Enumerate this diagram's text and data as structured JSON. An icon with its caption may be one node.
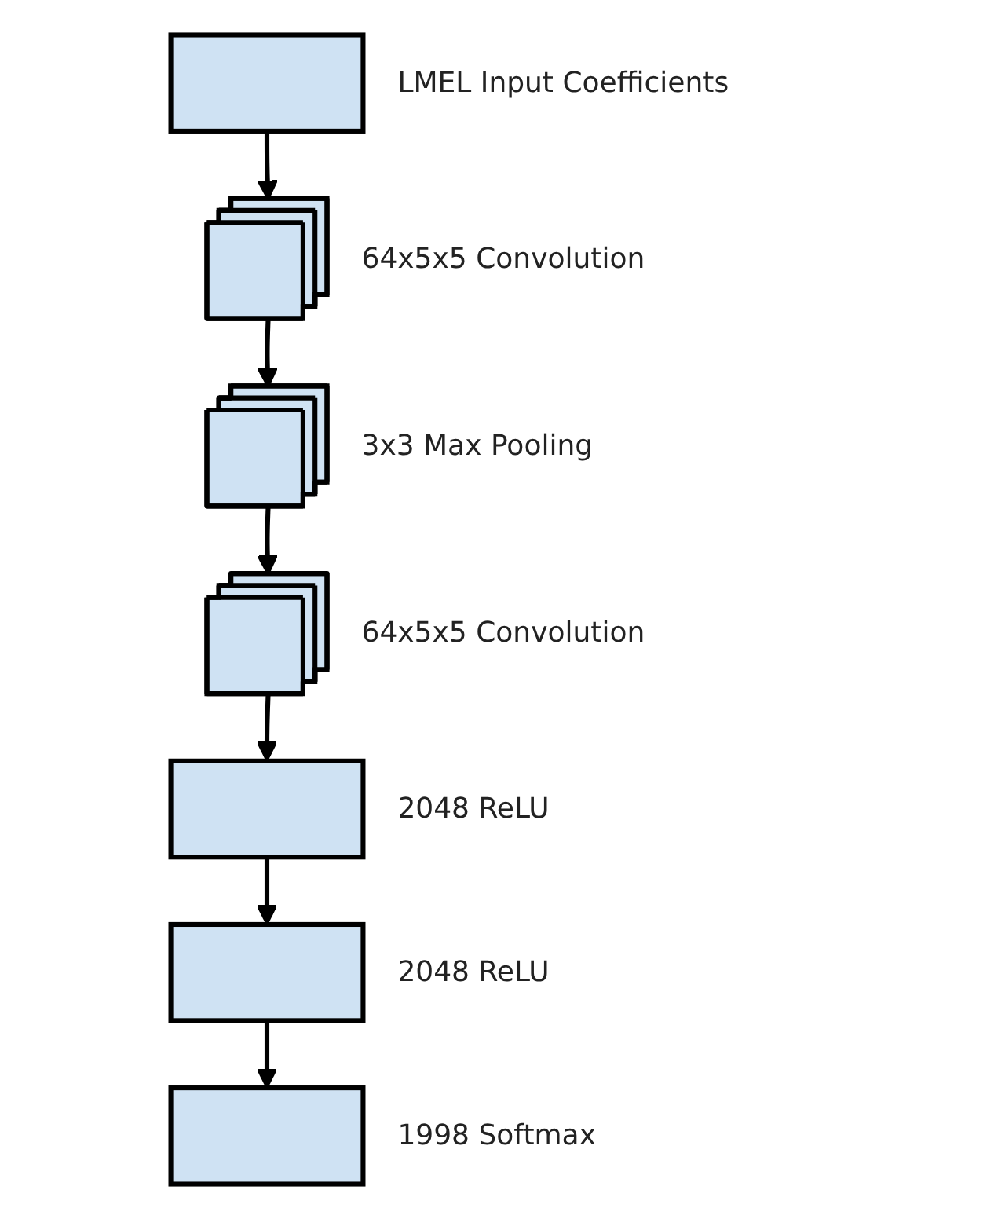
{
  "diagram": {
    "nodes": [
      {
        "text": [],
        "shape": "box",
        "beside": [
          "LMEL Input Coefficients"
        ]
      },
      {
        "text": [],
        "shape": "stack",
        "beside": [
          "64x5x5 Convolution"
        ]
      },
      {
        "text": [],
        "shape": "stack",
        "beside": [
          "3x3 Max Pooling"
        ]
      },
      {
        "text": [],
        "shape": "stack",
        "beside": [
          "64x5x5 Convolution"
        ]
      },
      {
        "text": [],
        "shape": "box",
        "beside": [
          "2048 ReLU"
        ]
      },
      {
        "text": [],
        "shape": "box",
        "beside": [
          "2048 ReLU"
        ]
      },
      {
        "text": [],
        "shape": "box",
        "beside": [
          "1998 Softmax"
        ]
      }
    ],
    "edges": [
      {
        "from": 0,
        "to": 1,
        "arrow": "to"
      },
      {
        "from": 1,
        "to": 2,
        "arrow": "to"
      },
      {
        "from": 2,
        "to": 3,
        "arrow": "to"
      },
      {
        "from": 3,
        "to": 4,
        "arrow": "to"
      },
      {
        "from": 4,
        "to": 5,
        "arrow": "to"
      },
      {
        "from": 5,
        "to": 6,
        "arrow": "to"
      }
    ]
  }
}
